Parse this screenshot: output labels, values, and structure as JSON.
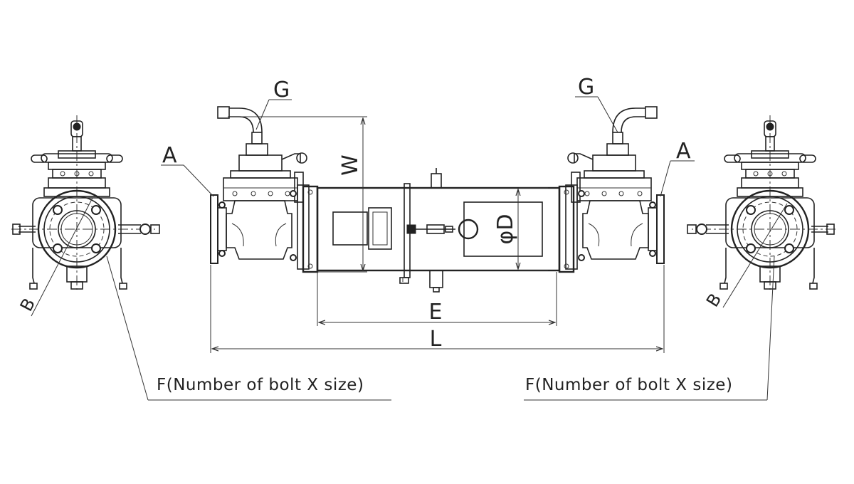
{
  "labels": {
    "a_left": "A",
    "a_right": "A",
    "b_left": "B",
    "b_right": "B",
    "g_left": "G",
    "g_right": "G",
    "w": "W",
    "d": "φD",
    "e": "E",
    "l": "L",
    "f_left": "F(Number of bolt X size)",
    "f_right": "F(Number of bolt X size)"
  }
}
